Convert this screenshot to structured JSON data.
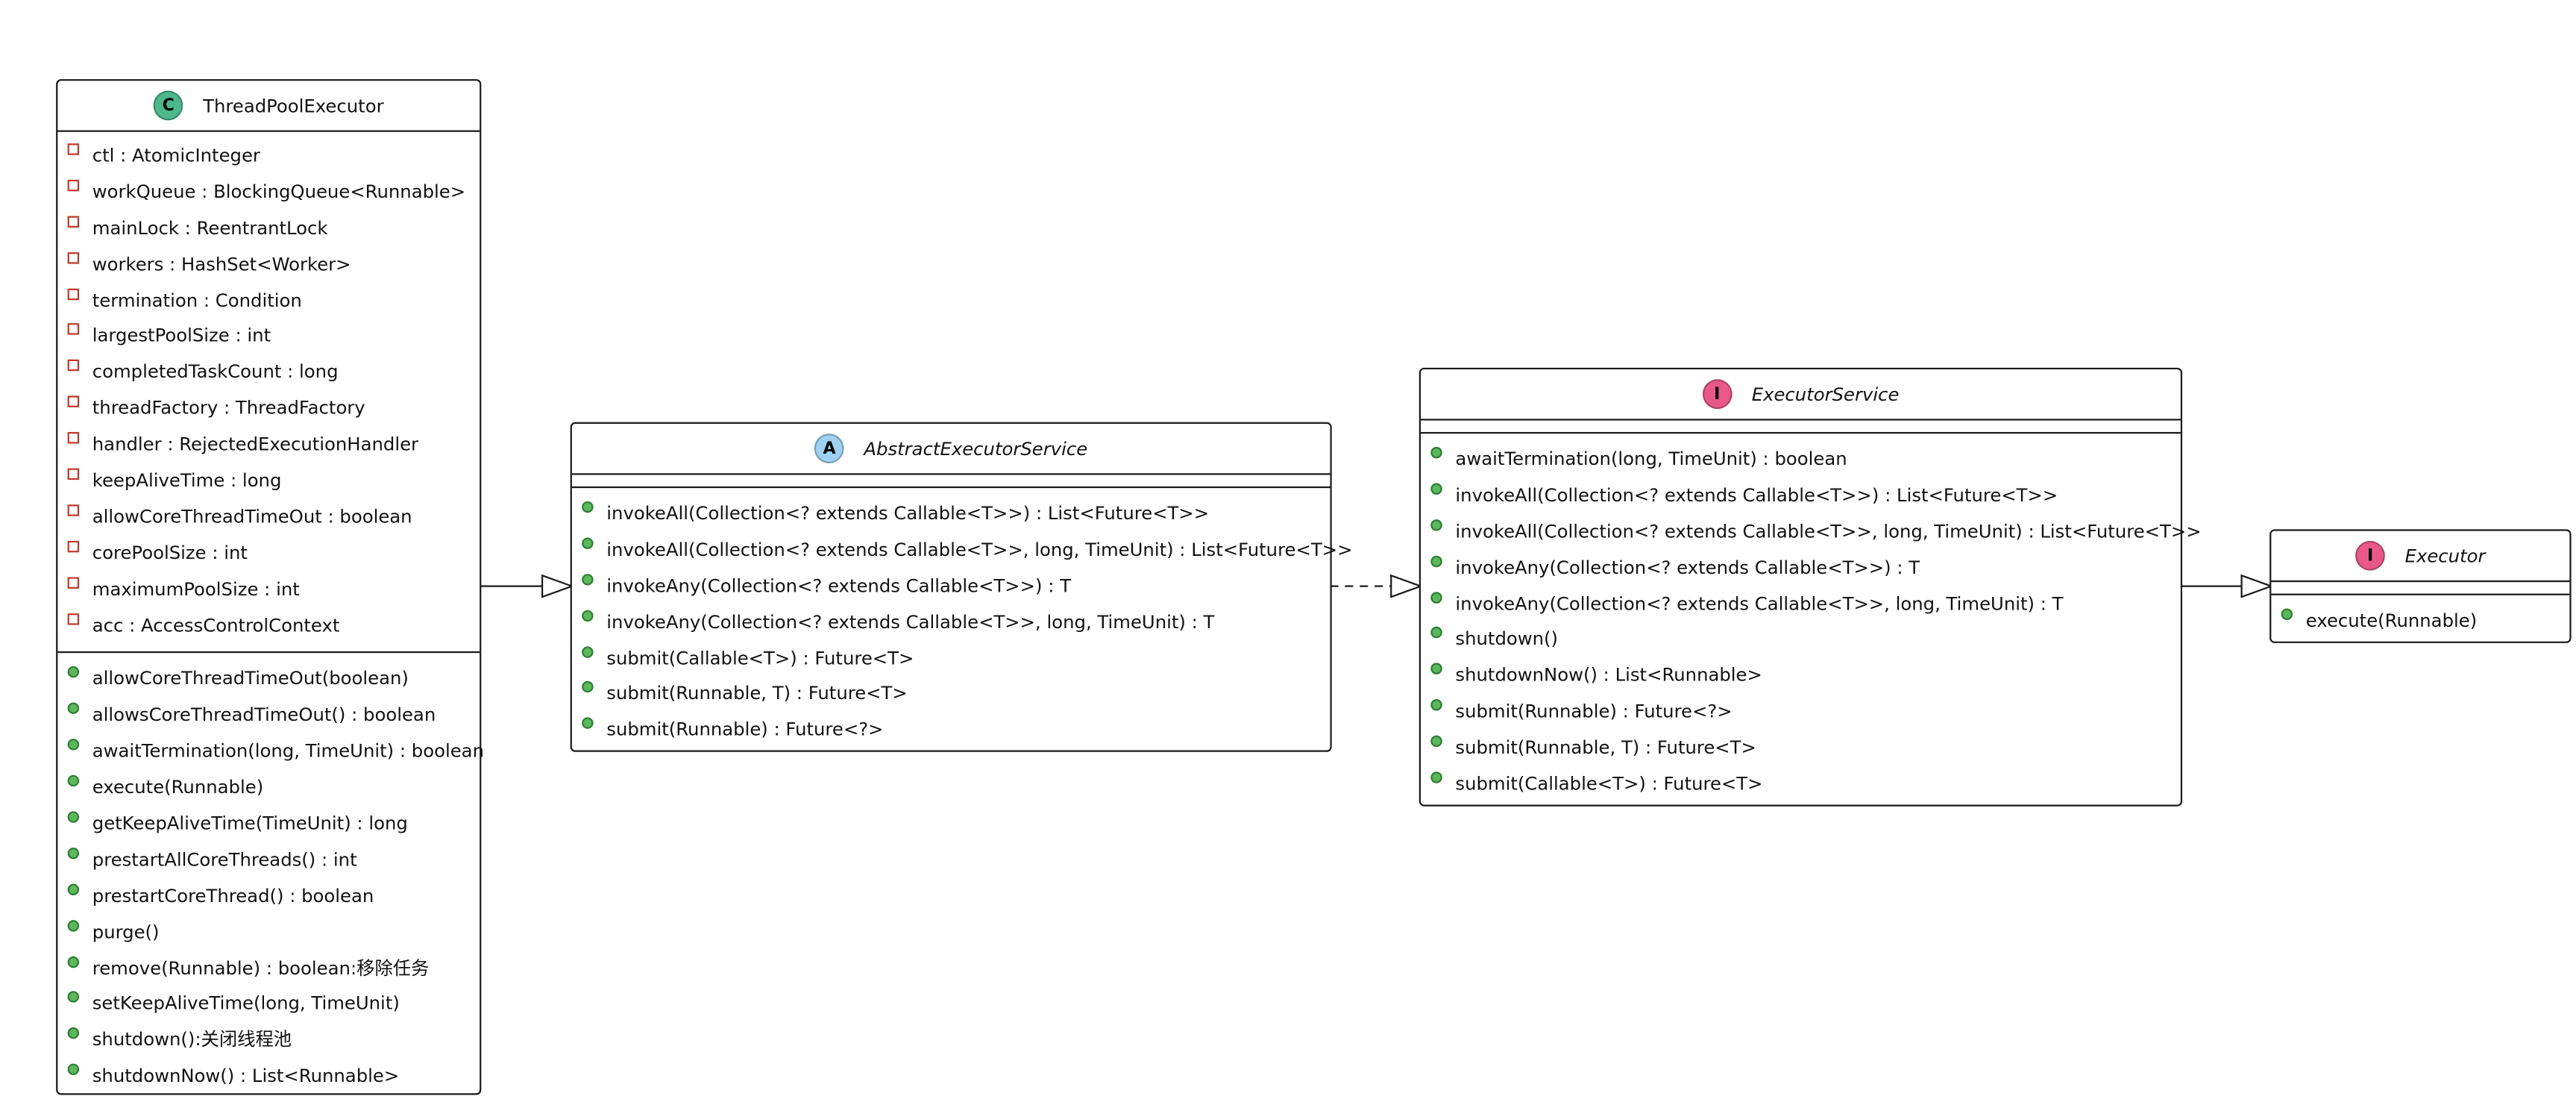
{
  "classes": {
    "thread_pool_executor": {
      "badge": "C",
      "badge_color": "#4db88c",
      "name": "ThreadPoolExecutor",
      "attributes": [
        "ctl : AtomicInteger",
        "workQueue : BlockingQueue<Runnable>",
        "mainLock : ReentrantLock",
        "workers : HashSet<Worker>",
        "termination : Condition",
        "largestPoolSize : int",
        "completedTaskCount : long",
        "threadFactory : ThreadFactory",
        "handler : RejectedExecutionHandler",
        "keepAliveTime : long",
        "allowCoreThreadTimeOut : boolean",
        "corePoolSize : int",
        "maximumPoolSize : int",
        "acc : AccessControlContext"
      ],
      "methods": [
        "allowCoreThreadTimeOut(boolean)",
        "allowsCoreThreadTimeOut() : boolean",
        "awaitTermination(long, TimeUnit) : boolean",
        "execute(Runnable)",
        "getKeepAliveTime(TimeUnit) : long",
        "prestartAllCoreThreads() : int",
        "prestartCoreThread() : boolean",
        "purge()",
        "remove(Runnable) : boolean:移除任务",
        "setKeepAliveTime(long, TimeUnit)",
        "shutdown():关闭线程池",
        "shutdownNow() : List<Runnable>"
      ]
    },
    "abstract_executor_service": {
      "badge": "A",
      "badge_color": "#9fd2f2",
      "name": "AbstractExecutorService",
      "methods": [
        "invokeAll(Collection<? extends Callable<T>>) : List<Future<T>>",
        "invokeAll(Collection<? extends Callable<T>>, long, TimeUnit) : List<Future<T>>",
        "invokeAny(Collection<? extends Callable<T>>) : T",
        "invokeAny(Collection<? extends Callable<T>>, long, TimeUnit) : T",
        "submit(Callable<T>) : Future<T>",
        "submit(Runnable, T) : Future<T>",
        "submit(Runnable) : Future<?>"
      ]
    },
    "executor_service": {
      "badge": "I",
      "badge_color": "#e8598a",
      "name": "ExecutorService",
      "methods": [
        "awaitTermination(long, TimeUnit) : boolean",
        "invokeAll(Collection<? extends Callable<T>>) : List<Future<T>>",
        "invokeAll(Collection<? extends Callable<T>>, long, TimeUnit) : List<Future<T>>",
        "invokeAny(Collection<? extends Callable<T>>) : T",
        "invokeAny(Collection<? extends Callable<T>>, long, TimeUnit) : T",
        "shutdown()",
        "shutdownNow() : List<Runnable>",
        "submit(Runnable) : Future<?>",
        "submit(Runnable, T) : Future<T>",
        "submit(Callable<T>) : Future<T>"
      ]
    },
    "executor": {
      "badge": "I",
      "badge_color": "#e8598a",
      "name": "Executor",
      "methods": [
        "execute(Runnable)"
      ]
    }
  }
}
